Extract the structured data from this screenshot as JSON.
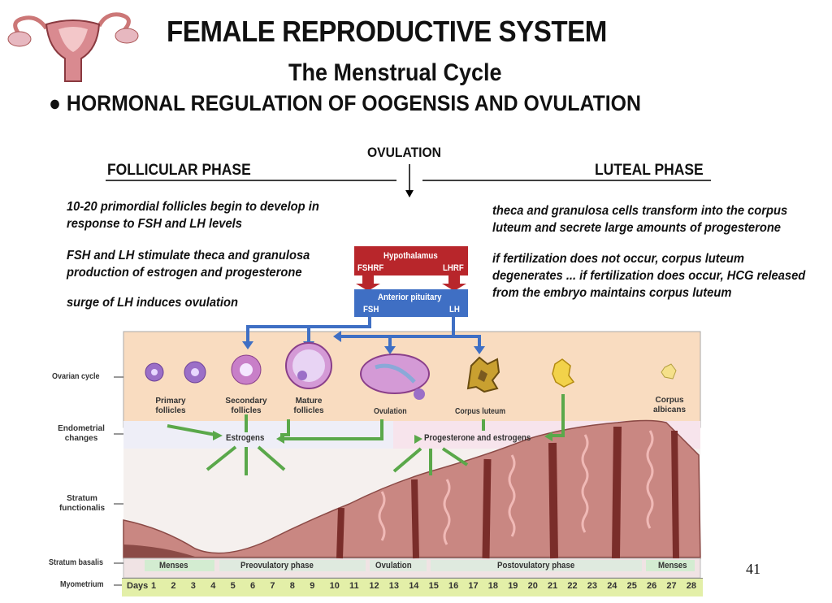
{
  "header": {
    "title": "FEMALE REPRODUCTIVE SYSTEM",
    "subtitle": "The Menstrual Cycle",
    "bullet": "HORMONAL REGULATION OF OOGENSIS AND OVULATION",
    "bullet_symbol": "●"
  },
  "phases": {
    "ovulation": "OVULATION",
    "follicular": "FOLLICULAR PHASE",
    "luteal": "LUTEAL PHASE"
  },
  "notes_left": [
    "10-20 primordial follicles begin to develop in response to FSH and LH levels",
    "FSH and LH stimulate theca and granulosa production of estrogen and progesterone",
    "surge of LH induces ovulation"
  ],
  "notes_right": [
    "theca and granulosa cells transform into the corpus luteum and secrete large amounts of progesterone",
    "if fertilization does not occur, corpus luteum degenerates ... if fertilization does occur, HCG released from the embryo maintains corpus luteum"
  ],
  "hormones": {
    "hypothalamus": "Hypothalamus",
    "fshrf": "FSHRF",
    "lhrf": "LHRF",
    "anterior_pituitary": "Anterior pituitary",
    "fsh": "FSH",
    "lh": "LH"
  },
  "row_labels": {
    "ovarian_cycle": "Ovarian cycle",
    "endometrial_changes": "Endometrial changes",
    "stratum_functionalis": "Stratum functionalis",
    "stratum_basalis": "Stratum basalis",
    "myometrium": "Myometrium"
  },
  "follicle_labels": {
    "primary": "Primary follicles",
    "secondary": "Secondary follicles",
    "mature": "Mature follicles",
    "ovulation": "Ovulation",
    "corpus_luteum": "Corpus luteum",
    "corpus_albicans": "Corpus albicans"
  },
  "hormone_products": {
    "estrogens": "Estrogens",
    "progesterone_estrogens": "Progesterone and estrogens"
  },
  "uterine_phases": {
    "menses": "Menses",
    "preovulatory": "Preovulatory phase",
    "ovulation": "Ovulation",
    "postovulatory": "Postovulatory phase",
    "menses_end": "Menses"
  },
  "days_label": "Days",
  "days": [
    "1",
    "2",
    "3",
    "4",
    "5",
    "6",
    "7",
    "8",
    "9",
    "10",
    "11",
    "12",
    "13",
    "14",
    "15",
    "16",
    "17",
    "18",
    "19",
    "20",
    "21",
    "22",
    "23",
    "24",
    "25",
    "26",
    "27",
    "28"
  ],
  "page_number": "41",
  "colors": {
    "hypothalamus": "#b8262b",
    "pituitary": "#3f6fc4",
    "arrow_green": "#5aa84a",
    "ovarian_bg": "#f9dcc0",
    "endometrium": "#c98782",
    "days_bar": "#e3efa8"
  }
}
